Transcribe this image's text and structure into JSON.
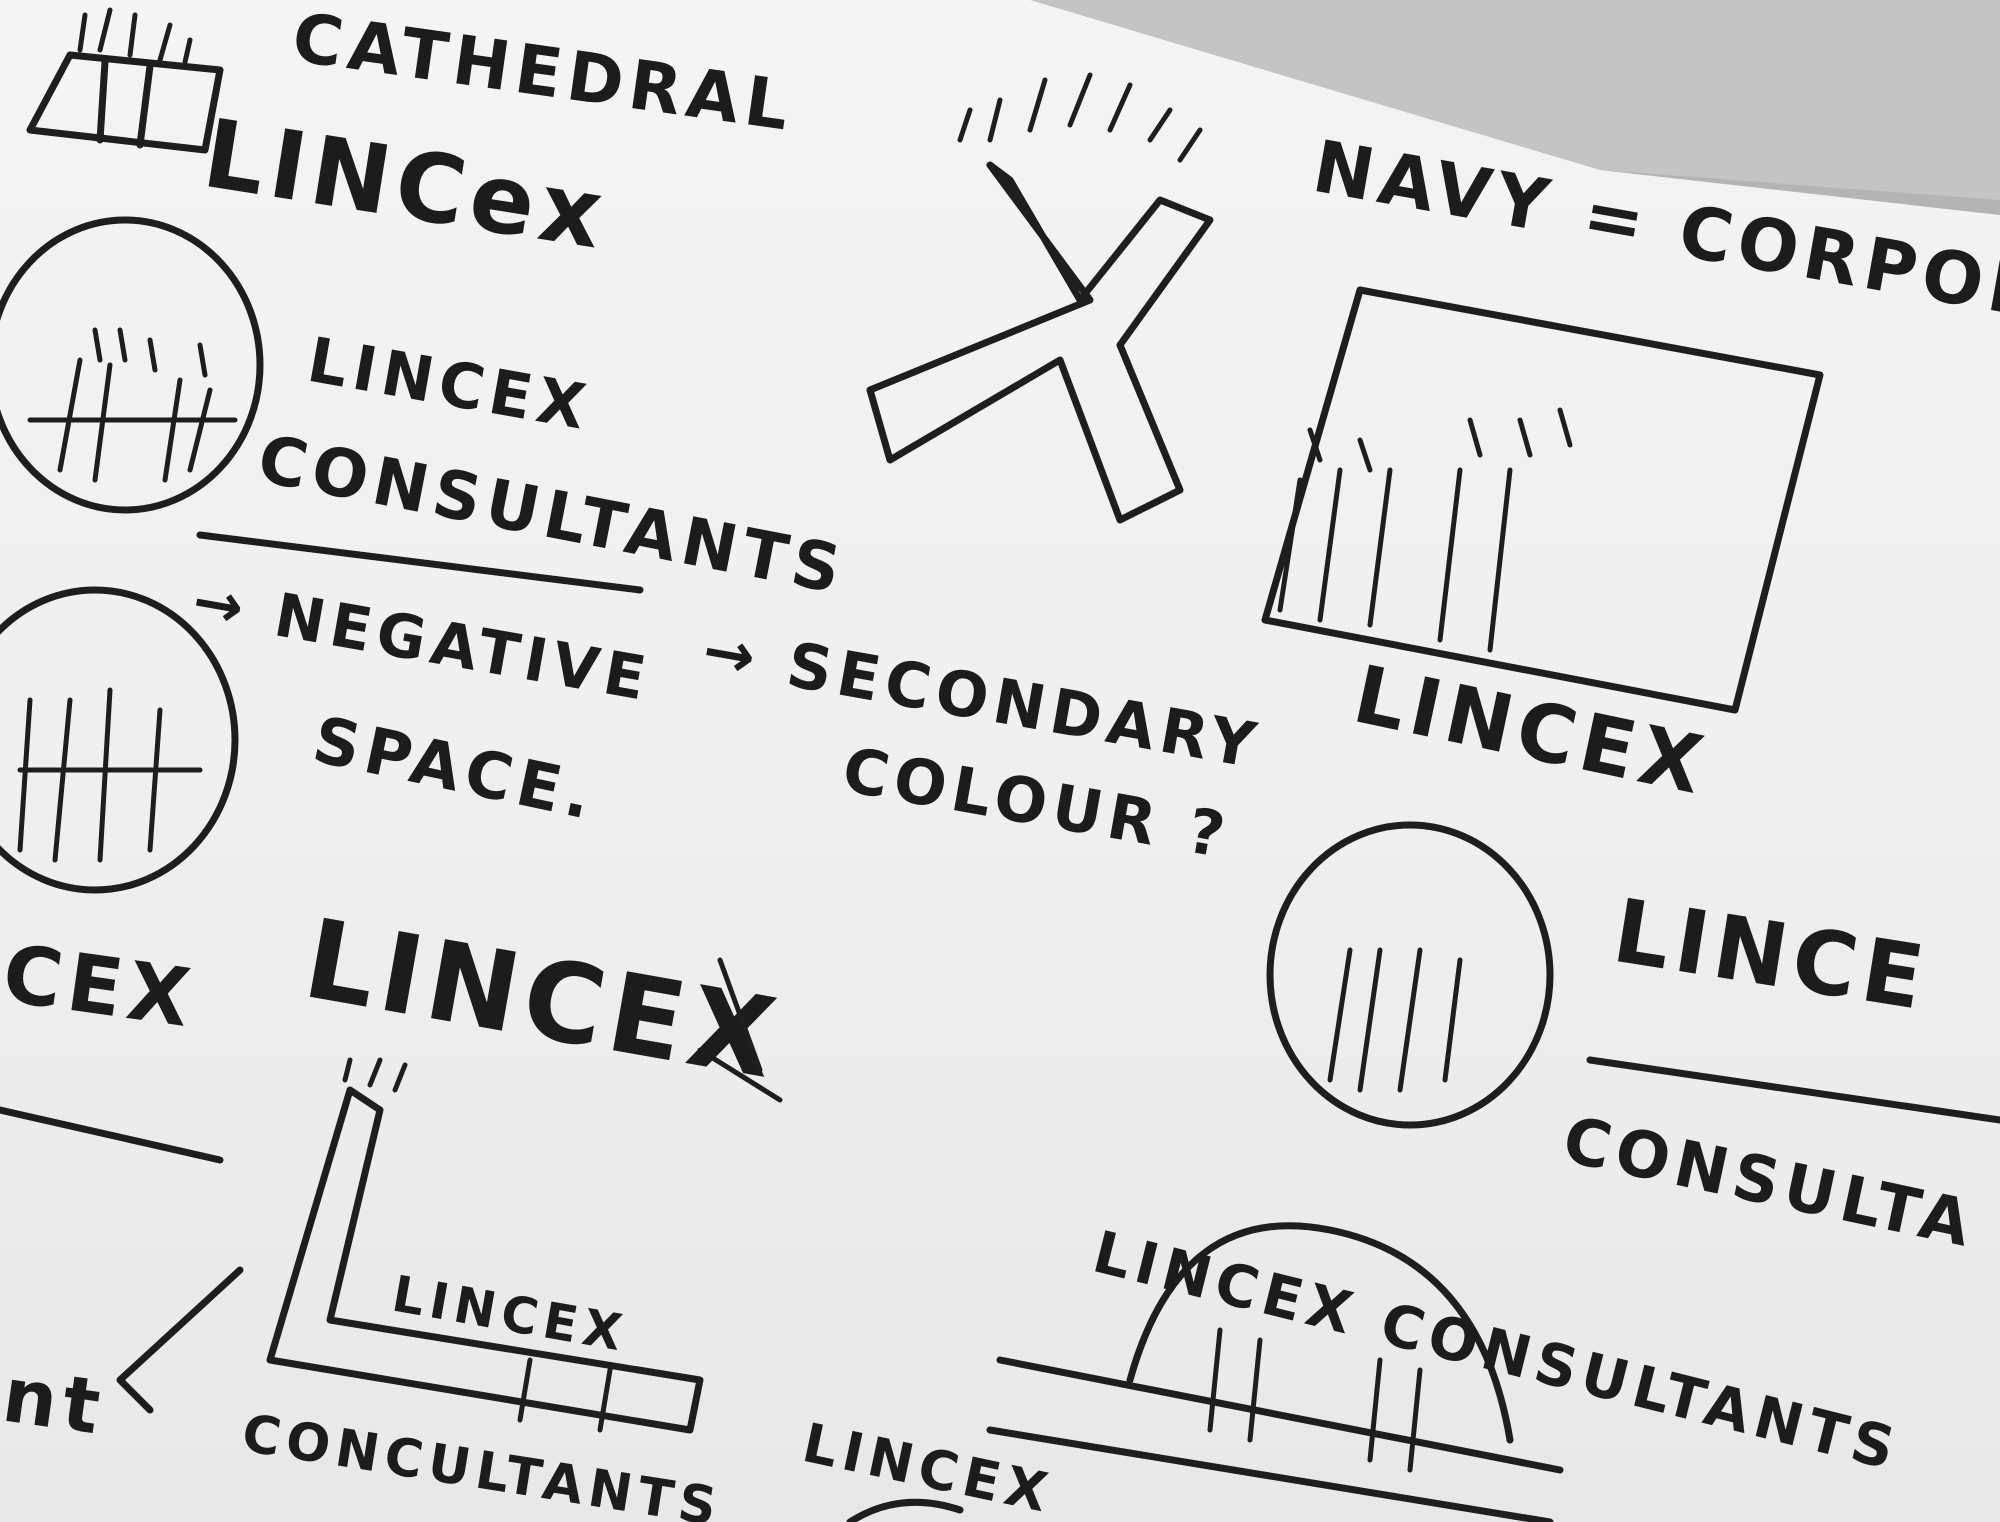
{
  "notes": {
    "cathedral": "CATHEDRAL",
    "lincex_top": "LINCex",
    "navy": "NAVY = CORPORA",
    "lincex_consultants_1": "LINCEX",
    "lincex_consultants_2": "CONSULTANTS",
    "negative_1": "→ NEGATIVE",
    "negative_2": "SPACE.",
    "secondary_1": "→ SECONDARY",
    "secondary_2": "COLOUR ?",
    "lincex_right_box": "LINCEX",
    "lincex_left_cut": "CEX",
    "lincex_mid": "LINCEX",
    "lincex_right_circle": "LINCE",
    "consultants_right": "CONSULTA",
    "lincex_arc": "LINCEX CONSULTANTS",
    "lincex_l_1": "LINCEX",
    "lincex_l_2": "CONCULTANTS",
    "lincex_bottom": "LINCEX",
    "left_fragment": "nt"
  },
  "colors": {
    "ink": "#1e1e1e",
    "paper": "#f0f0f0",
    "shadow": "#bdbdbd"
  }
}
